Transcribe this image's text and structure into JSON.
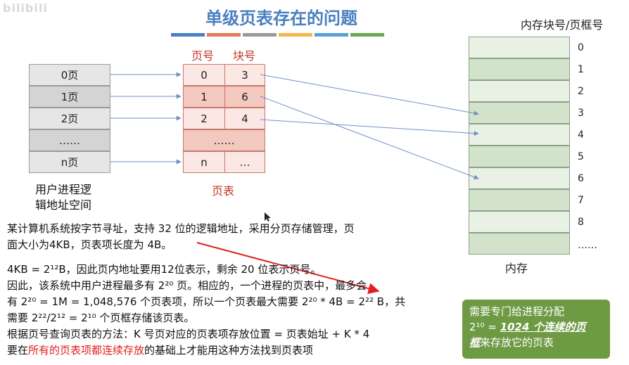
{
  "watermark": "bilibili",
  "title": "单级页表存在的问题",
  "stripe_colors": [
    "#4a7fc1",
    "#e07a5f",
    "#9a9a9a",
    "#f2b84b",
    "#5aa0d8",
    "#6aa84f"
  ],
  "memory_header": "内存块号/页框号",
  "user_space": {
    "pages": [
      "0页",
      "1页",
      "2页",
      "……",
      "n页"
    ],
    "label_line1": "用户进程逻",
    "label_line2": "辑地址空间"
  },
  "page_table": {
    "col_page": "页号",
    "col_block": "块号",
    "rows": [
      {
        "page": "0",
        "block": "3"
      },
      {
        "page": "1",
        "block": "6"
      },
      {
        "page": "2",
        "block": "4"
      },
      {
        "page": "……",
        "block": ""
      },
      {
        "page": "n",
        "block": "…"
      }
    ],
    "label": "页表"
  },
  "memory": {
    "labels": [
      "0",
      "1",
      "2",
      "3",
      "4",
      "5",
      "6",
      "7",
      "8",
      "……"
    ],
    "caption": "内存"
  },
  "text": {
    "p1_line1": "某计算机系统按字节寻址，支持 32 位的逻辑地址，采用分页存储管理，页",
    "p1_line2": "面大小为4KB，页表项长度为 4B。",
    "p2": "4KB = 2¹²B，因此页内地址要用12位表示，剩余 20 位表示页号。",
    "p3_line1": "因此，该系统中用户进程最多有 2²⁰ 页。相应的，一个进程的页表中，最多会",
    "p3_line2": "有 2²⁰ = 1M = 1,048,576 个页表项，所以一个页表最大需要  2²⁰ * 4B = 2²² B，共",
    "p3_line3": "需要 2²²/2¹² = 2¹⁰ 个页框存储该页表。",
    "p4": "根据页号查询页表的方法：K 号页对应的页表项存放位置 = 页表始址 + K * 4",
    "p5_before": "要在",
    "p5_red": "所有的页表项都连续存放",
    "p5_after": "的基础上才能用这种方法找到页表项"
  },
  "callout": {
    "line1": "需要专门给进程分配",
    "line2_prefix": "2¹⁰ = ",
    "line2_bold": "1024 个连续的页",
    "line3_bold": "框",
    "line3_rest": "来存放它的页表"
  }
}
